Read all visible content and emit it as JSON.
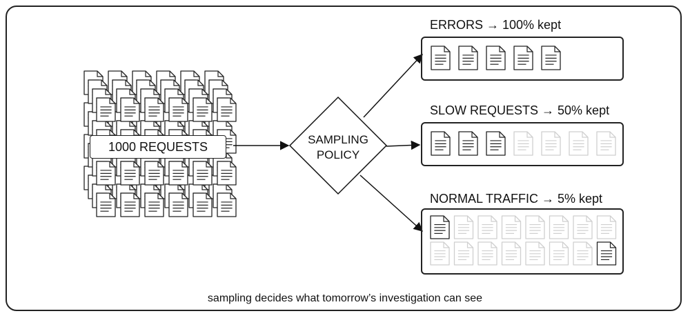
{
  "source": {
    "label": "1000 REQUESTS"
  },
  "policy": {
    "line1": "SAMPLING",
    "line2": "POLICY"
  },
  "outputs": [
    {
      "label": "ERRORS → 100% kept",
      "kept": 5,
      "dropped": 0
    },
    {
      "label": "SLOW REQUESTS → 50% kept",
      "kept": 3,
      "dropped": 4
    },
    {
      "label": "NORMAL TRAFFIC → 5% kept",
      "kept": 2,
      "dropped": 14
    }
  ],
  "caption": "sampling decides what tomorrow’s investigation can see",
  "colors": {
    "kept": "#222222",
    "dropped": "#cfcfcf",
    "line": "#111111"
  },
  "icons": {
    "request": "document-icon"
  }
}
